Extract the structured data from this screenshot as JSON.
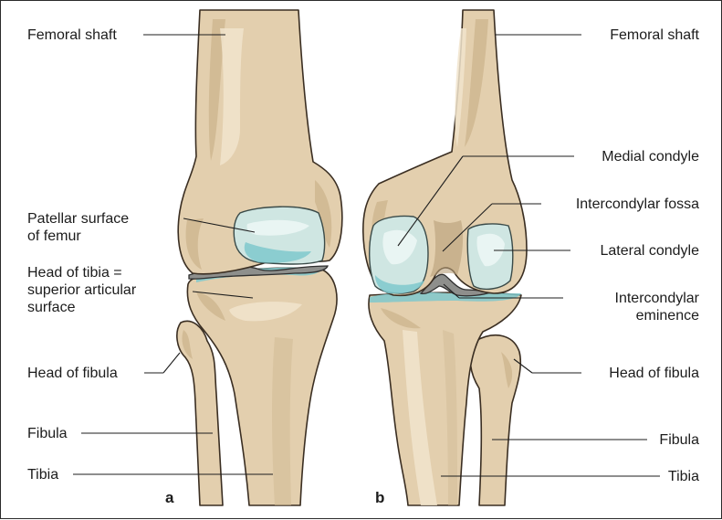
{
  "labels_left": {
    "femoral_shaft": "Femoral shaft",
    "patellar_surface_1": "Patellar surface",
    "patellar_surface_2": "of femur",
    "head_tibia_1": "Head of tibia =",
    "head_tibia_2": "superior articular",
    "head_tibia_3": "surface",
    "head_fibula": "Head of fibula",
    "fibula": "Fibula",
    "tibia": "Tibia"
  },
  "labels_right": {
    "femoral_shaft": "Femoral shaft",
    "medial_condyle": "Medial condyle",
    "intercondylar_fossa": "Intercondylar fossa",
    "lateral_condyle": "Lateral condyle",
    "intercondylar_eminence_1": "Intercondylar",
    "intercondylar_eminence_2": "eminence",
    "head_fibula": "Head of fibula",
    "fibula": "Fibula",
    "tibia": "Tibia"
  },
  "panels": {
    "a": "a",
    "b": "b"
  },
  "colors": {
    "bone": "#e3cfae",
    "cartilage": "#cfe6e2",
    "cartilage_blue": "#7fc8cc",
    "meniscus": "#8e8f8c"
  }
}
